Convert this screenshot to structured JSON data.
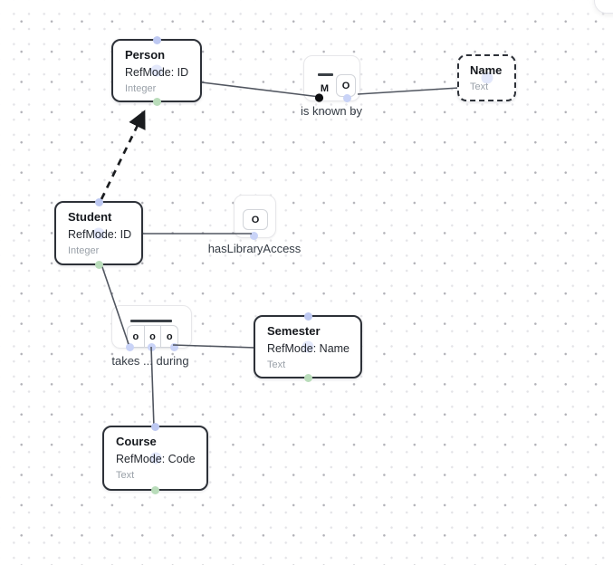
{
  "diagram": {
    "entities": [
      {
        "title": "Person",
        "refmode": "RefMode: ID",
        "datatype": "Integer"
      },
      {
        "title": "Student",
        "refmode": "RefMode: ID",
        "datatype": "Integer"
      },
      {
        "title": "Semester",
        "refmode": "RefMode: Name",
        "datatype": "Text"
      },
      {
        "title": "Course",
        "refmode": "RefMode: Code",
        "datatype": "Text"
      },
      {
        "title": "Name",
        "datatype": "Text"
      }
    ],
    "predicates": [
      {
        "label": "is known by",
        "roles": [
          "M",
          "O"
        ]
      },
      {
        "label": "hasLibraryAccess",
        "roles": [
          "O"
        ]
      },
      {
        "label": "takes ... during",
        "roles": [
          "o",
          "o",
          "o"
        ]
      }
    ],
    "colors": {
      "entity_border": "#2d3138",
      "edge": "#515660",
      "subtype_edge": "#1a1c1f",
      "handle_top": "#bdc8f1",
      "handle_bottom": "#b9dcba",
      "role_dot": "#c9d3f7",
      "mandatory_dot": "#0d0e10",
      "uniqueness_bar": "#3a4046"
    }
  }
}
